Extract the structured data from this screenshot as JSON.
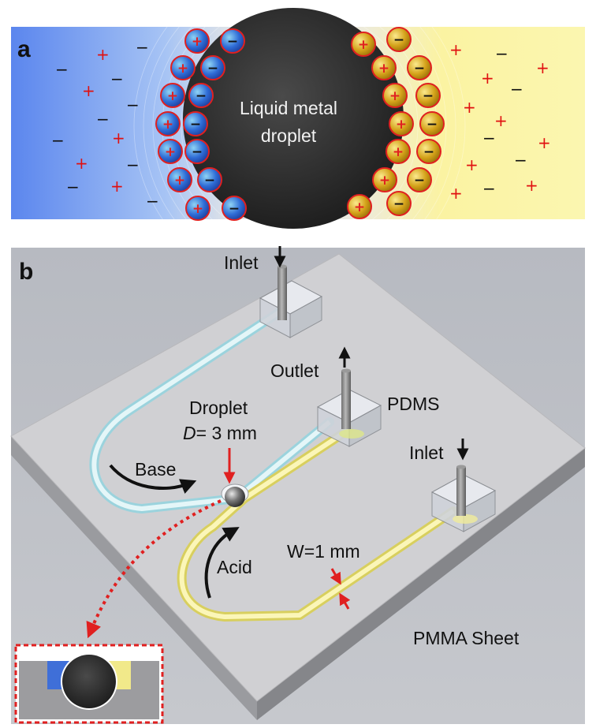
{
  "panel_a": {
    "label": "a",
    "droplet_label": [
      "Liquid metal",
      "droplet"
    ],
    "colors": {
      "base_side": "#5a86ec",
      "acid_side": "#fbf5a8",
      "droplet": "#2b2b2b",
      "ion_outline": "#e02020"
    }
  },
  "panel_b": {
    "label": "b",
    "labels": {
      "inlet_top": "Inlet",
      "outlet": "Outlet",
      "pdms": "PDMS",
      "droplet": "Droplet",
      "droplet_d_var": "D",
      "droplet_d_value": "= 3 mm",
      "inlet_right": "Inlet",
      "base": "Base",
      "acid": "Acid",
      "width": "W=1 mm",
      "sheet": "PMMA Sheet"
    },
    "colors": {
      "base_channel": "#cfeef0",
      "acid_channel": "#efe88a",
      "sheet_top": "#c9c9cb",
      "background": "#aeb1b8",
      "pointer": "#e02020"
    }
  }
}
